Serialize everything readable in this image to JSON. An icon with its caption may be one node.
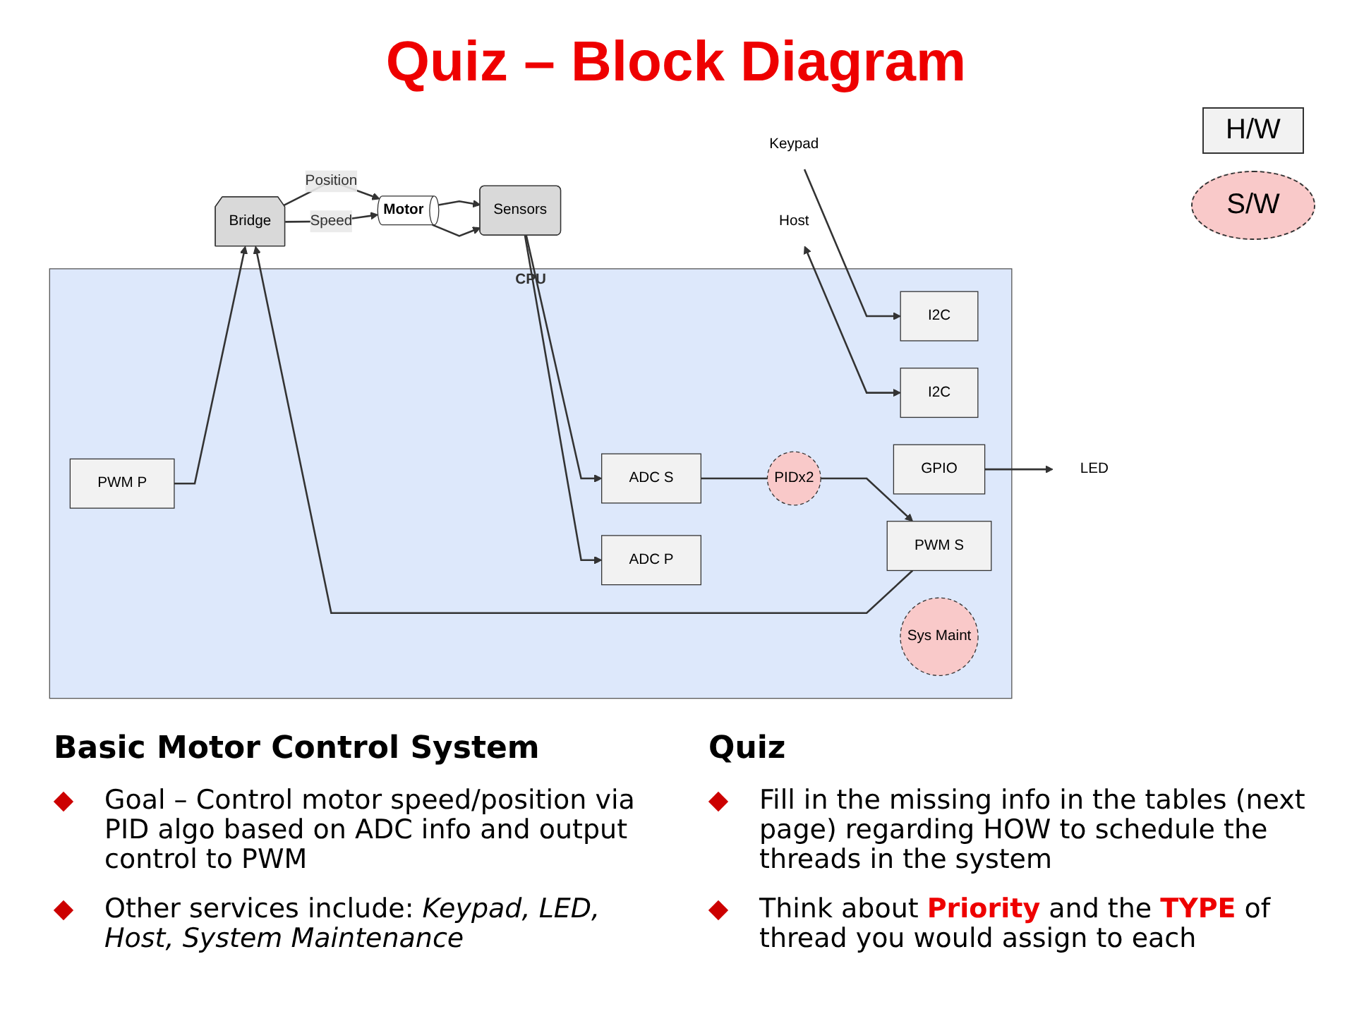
{
  "diagram": {
    "title": "Quiz – Block Diagram",
    "nodes": [
      {
        "text": [
          "CPU"
        ]
      },
      {
        "text": [
          "Keypad"
        ]
      },
      {
        "text": [
          "I2C"
        ],
        "in": 0
      },
      {
        "text": [
          "Host"
        ]
      },
      {
        "text": [
          "I2C"
        ],
        "in": 0
      },
      {
        "text": [
          "LED"
        ]
      },
      {
        "text": [
          "GPIO"
        ],
        "in": 0
      },
      {
        "text": [
          "PWM P"
        ],
        "in": 0
      },
      {
        "text": [
          "PWM S"
        ],
        "in": 0
      },
      {
        "text": [
          "PIDx2"
        ],
        "in": 0
      },
      {
        "text": [
          "ADC S"
        ],
        "in": 0
      },
      {
        "text": [
          "ADC P"
        ],
        "in": 0
      },
      {
        "text": [
          "Sys Maint"
        ],
        "in": 0
      },
      {
        "text": [
          "Bridge"
        ]
      },
      {
        "text": [
          "Motor"
        ]
      },
      {
        "text": [
          "Sensors"
        ]
      }
    ],
    "edges": [
      {
        "from": 1,
        "to": 2,
        "arrow": "to"
      },
      {
        "from": 3,
        "to": 4,
        "arrow": "both"
      },
      {
        "from": 6,
        "to": 5,
        "arrow": "to"
      },
      {
        "from": 9,
        "to": 8,
        "arrow": "to"
      },
      {
        "from": 10,
        "to": 9,
        "arrow": "none"
      },
      {
        "from": 7,
        "to": 13,
        "arrow": "to"
      },
      {
        "from": 8,
        "to": 13,
        "arrow": "to"
      },
      {
        "from": 13,
        "to": 14,
        "arrow": "to",
        "label": "Position"
      },
      {
        "from": 13,
        "to": 14,
        "arrow": "to",
        "label": "Speed"
      },
      {
        "from": 14,
        "to": 15,
        "arrow": "to"
      },
      {
        "from": 14,
        "to": 15,
        "arrow": "to"
      },
      {
        "from": 15,
        "to": 10,
        "arrow": "to"
      },
      {
        "from": 15,
        "to": 11,
        "arrow": "to"
      }
    ],
    "labels": [
      "Basic Motor Control System",
      "Goal – Control motor speed/position via PID algo based on ADC info and output control to PWM",
      "Other services include: *Keypad, LED, Host, System Maintenance*",
      "Quiz",
      "Fill in the missing info in the tables (next page) regarding HOW to schedule the threads in the system",
      "Think about **Priority** and the **TYPE** of thread you would assign to each"
    ],
    "legend": [
      {
        "text": "H/W"
      },
      {
        "text": "S/W"
      }
    ]
  }
}
